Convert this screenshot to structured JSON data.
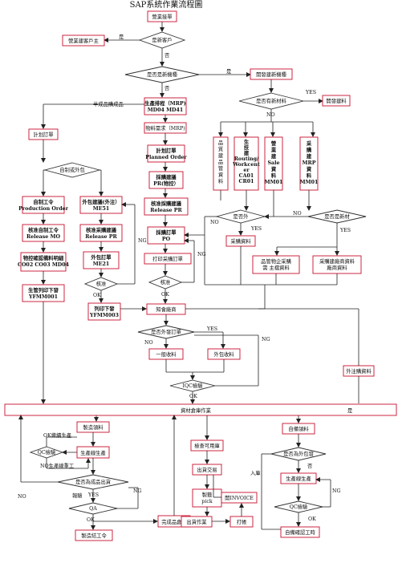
{
  "title": "SAP系統作業流程圖",
  "colors": {
    "box_border": "#c8102e",
    "line": "#222222",
    "text": "#111111"
  },
  "nodes": {
    "business_inquiry": "營業接單",
    "new_customer_q": "是新客戶",
    "create_customer": "營業建客戶主",
    "new_model_q": "是否是新機種",
    "dev_new_model": "開發建新機種",
    "dev_material_q": "是否有新材料",
    "dev_create_material": "開發建料",
    "sales_plan": [
      "生產排程（MRP)",
      "MD04  MD41"
    ],
    "material_demand": "物料需求（MRP)",
    "planned_order": [
      "計划訂單",
      "Planned Order"
    ],
    "purchase_req": [
      "採購建議",
      "PR(物控）"
    ],
    "approve_pr": [
      "核准採購建議",
      "Release PR"
    ],
    "purchase_order": [
      "採購訂單",
      "PO"
    ],
    "print_po": "打印采購訂單",
    "plan_order_left": "計划訂單",
    "self_or_outsource": "自制或外包",
    "production_order": [
      "自制工令",
      "Production Order"
    ],
    "release_mo": [
      "核准自制工令",
      "Release MO"
    ],
    "bom_list": [
      "物控確認備料明細",
      "CO02  CO03  MD04"
    ],
    "production_start": [
      "生管列印下發",
      "YFMM001"
    ],
    "outsource_req": [
      "外包建議(外注）",
      "ME51"
    ],
    "approve_outsource": [
      "核准采購建議",
      "Release PR"
    ],
    "outsource_order": [
      "外包訂單",
      "ME21"
    ],
    "approve_left": "核准",
    "approve_mid": "核准",
    "print_issue": [
      "列印下發",
      "YFMM003"
    ],
    "notify_vendor": "知會廠商",
    "pre_data": [
      "品",
      "質",
      "建",
      "品",
      "管",
      "資",
      "料"
    ],
    "routing": [
      "生",
      "技",
      "建",
      "Routing/",
      "Workcent",
      "er",
      "CA01",
      "CR01"
    ],
    "sales_data": [
      "營",
      "業",
      "建",
      "Sale",
      "資",
      "料",
      "MM01"
    ],
    "mrp_data": [
      "采",
      "購",
      "建",
      "MRP",
      "資",
      "料",
      "MM01"
    ],
    "outsource_q": "是否外",
    "is_new_material_q": "是否是新材",
    "purchase_data": "采購資料",
    "supplier_master": [
      "品管物企采購",
      "需 主檔資料"
    ],
    "purchase_vendor": [
      "采購建廠商資料",
      "廠商資料"
    ],
    "is_outsource_order_q": "是否外發訂單",
    "general_receipt": "一般收料",
    "outsource_receipt": "外包收料",
    "iqc": "IQC檢驗",
    "outsource_rework": "外注購資料",
    "warehouse_receive": "資材倉庫作業",
    "issue_material": "製造領料",
    "production_line": "生產線生產",
    "qc_check_left": "QC檢驗",
    "final_q": "是否為成品出貨",
    "qa": "QA",
    "finished_wh": "完成品倉庫",
    "close_order": "製造結工令",
    "check_available": "檢查可用庫",
    "shipping_doc": "出貨交易",
    "packing": [
      "製籤",
      "pick"
    ],
    "print_invoice": "開INVOICE",
    "ship_out": "出貨作業",
    "print_label": "打帳",
    "self_pick": "自備領料",
    "is_outsourced_q": "是否為外包發",
    "outsource_production": "生產線生產",
    "qc_check_right": "QC檢驗",
    "self_confirm": "自備確認工時"
  },
  "labels": {
    "no": "否",
    "yes": "是",
    "YES": "YES",
    "NO": "NO",
    "NG": "NG",
    "OK": "OK",
    "semi_finished": "半成品購成品",
    "ok_continue": "OK繼續生產",
    "no_return": "NO生產線重工",
    "rework": "報驗",
    "inbound": "入庫"
  }
}
